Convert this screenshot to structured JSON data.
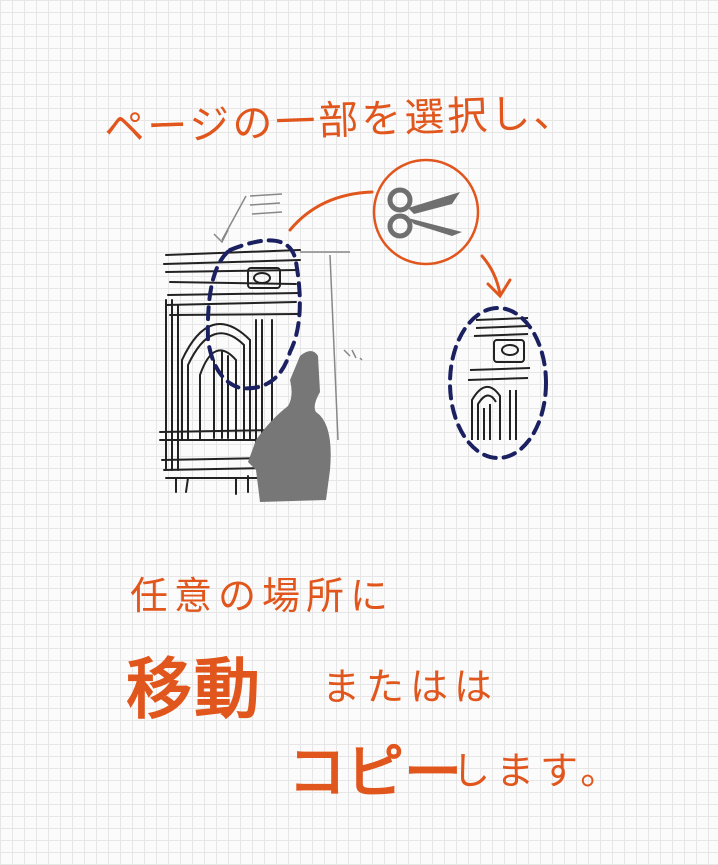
{
  "heading": "ページの一部を選択し、",
  "line2": "任意の場所に",
  "line3_emphasis": "移動",
  "line3_rest": "またはは",
  "line4_emphasis": "コピー",
  "line4_rest": "します。",
  "colors": {
    "accent": "#e0561c",
    "selection": "#1a2060",
    "figure": "#777777",
    "ink": "#222222"
  },
  "icons": [
    "scissors-icon",
    "arrow-icon",
    "person-silhouette"
  ]
}
